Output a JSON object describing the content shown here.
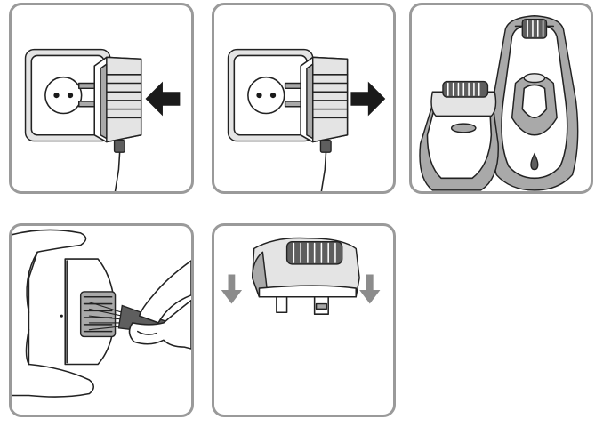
{
  "figure": {
    "panels": [
      {
        "id": "plug-in",
        "arrow_direction": "left"
      },
      {
        "id": "unplug",
        "arrow_direction": "right"
      },
      {
        "id": "epilator-and-head"
      },
      {
        "id": "cleaning-with-brush"
      },
      {
        "id": "remove-head",
        "arrow_direction": "down"
      }
    ]
  },
  "colors": {
    "panel_border": "#9a9a9a",
    "outline": "#222222",
    "light_gray": "#e4e4e4",
    "mid_gray": "#a9a9a9",
    "dark_gray": "#5e5e5e",
    "arrow_black": "#1a1a1a",
    "arrow_gray": "#8c8c8c"
  }
}
